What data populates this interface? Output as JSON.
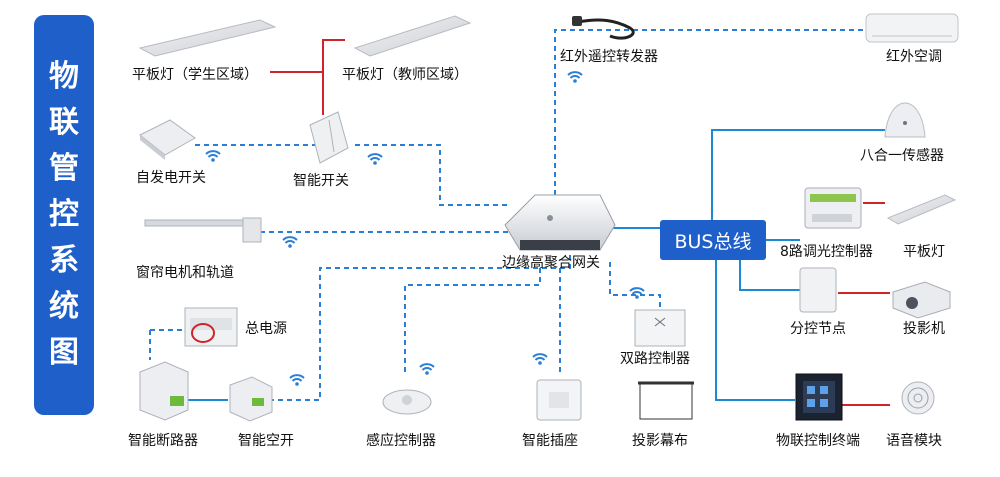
{
  "title_chars": [
    "物",
    "联",
    "管",
    "控",
    "系",
    "统",
    "图"
  ],
  "bus_label": "BUS总线",
  "labels": {
    "panel_student": "平板灯（学生区域）",
    "panel_teacher": "平板灯（教师区域）",
    "ir_transmitter": "红外遥控转发器",
    "ir_ac": "红外空调",
    "self_power_switch": "自发电开关",
    "smart_switch": "智能开关",
    "sensor8": "八合一传感器",
    "curtain": "窗帘电机和轨道",
    "gateway": "边缘高聚合网关",
    "dimmer": "8路调光控制器",
    "panel_light": "平板灯",
    "power": "总电源",
    "sub_node": "分控节点",
    "projector": "投影机",
    "dual_ctrl": "双路控制器",
    "breaker": "智能断路器",
    "air_switch": "智能空开",
    "induction": "感应控制器",
    "socket": "智能插座",
    "screen": "投影幕布",
    "terminal": "物联控制终端",
    "voice": "语音模块"
  },
  "colors": {
    "accent": "#1f5fc9",
    "wireless": "#2a7fd4",
    "bus": "#1a8ad4",
    "wired": "#d0242b"
  },
  "icons": [
    "wifi-icon"
  ]
}
